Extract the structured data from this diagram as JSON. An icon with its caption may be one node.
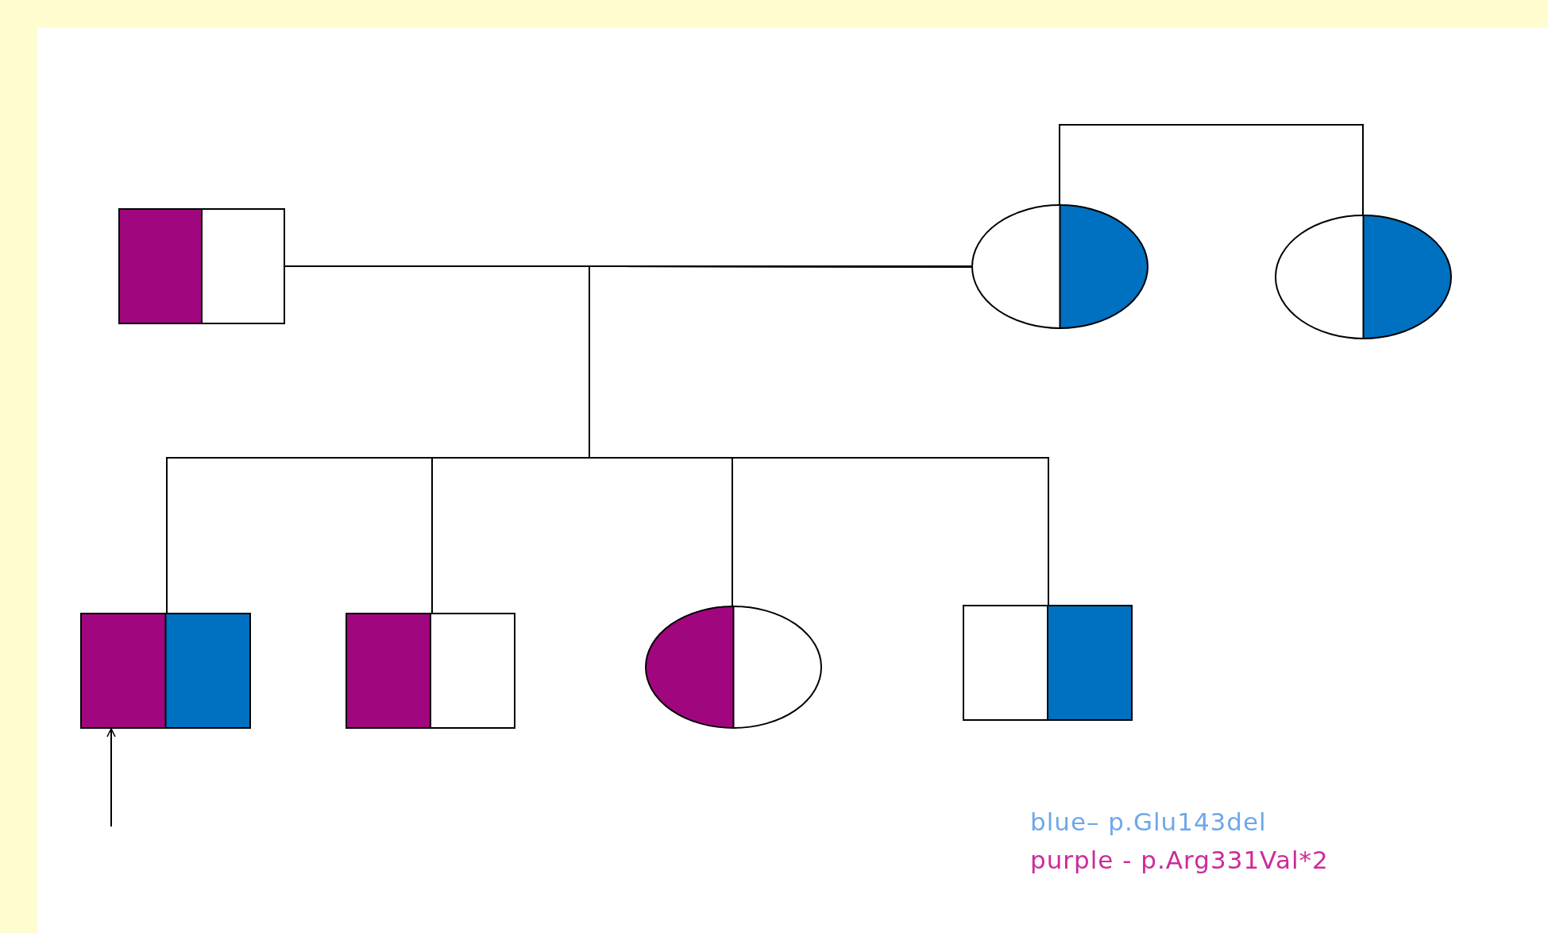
{
  "diagram": {
    "nodes": [
      {
        "text": [],
        "shape": "box"
      },
      {
        "text": [],
        "shape": "circle"
      },
      {
        "text": [],
        "shape": "circle"
      },
      {
        "text": [],
        "shape": "box"
      },
      {
        "text": [],
        "shape": "box"
      },
      {
        "text": [],
        "shape": "circle"
      },
      {
        "text": [],
        "shape": "box"
      }
    ],
    "edges": [
      {
        "from": 0,
        "to": 1,
        "arrow": "none"
      },
      {
        "from": 1,
        "to": 2,
        "arrow": "none"
      },
      {
        "from": 0,
        "to": 3,
        "arrow": "none"
      },
      {
        "from": 0,
        "to": 4,
        "arrow": "none"
      },
      {
        "from": 0,
        "to": 5,
        "arrow": "none"
      },
      {
        "from": 0,
        "to": 6,
        "arrow": "none"
      },
      {
        "from": 1,
        "to": 3,
        "arrow": "none"
      },
      {
        "from": 1,
        "to": 4,
        "arrow": "none"
      },
      {
        "from": 1,
        "to": 5,
        "arrow": "none"
      },
      {
        "from": 1,
        "to": 6,
        "arrow": "none"
      },
      {
        "from": null,
        "to": 3,
        "arrow": "to"
      }
    ],
    "labels": [
      "blue– p.Glu143del",
      "purple - p.Arg331Val*2"
    ]
  }
}
